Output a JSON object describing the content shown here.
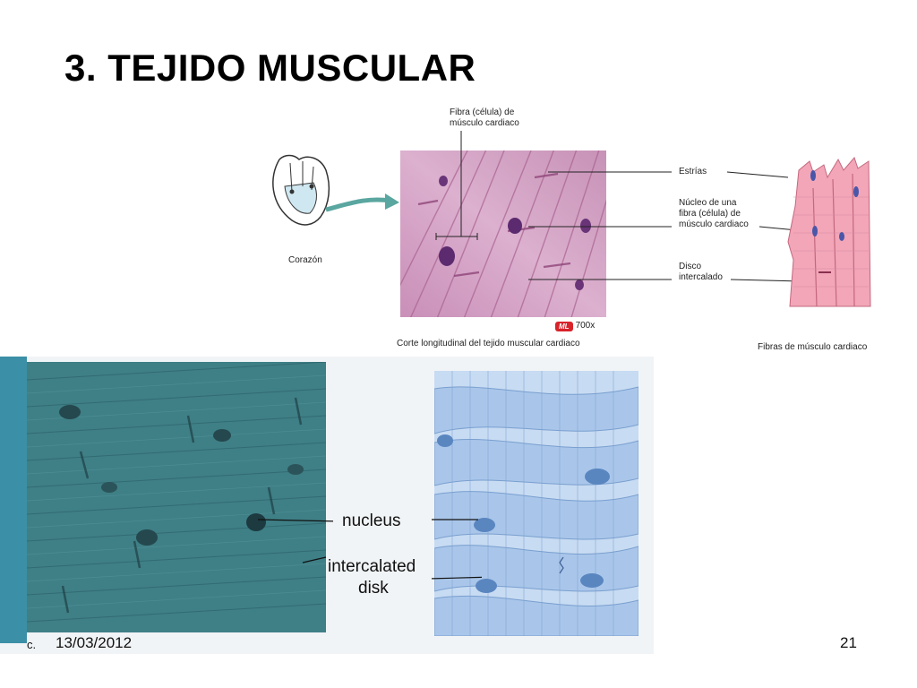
{
  "slide": {
    "title": "3. TEJIDO MUSCULAR",
    "date": "13/03/2012",
    "page_number": "21"
  },
  "top_figure": {
    "label_fiber_line1": "Fibra (célula) de",
    "label_fiber_line2": "músculo cardiaco",
    "label_heart": "Corazón",
    "label_striations": "Estrías",
    "label_nucleus_line1": "Núcleo de una",
    "label_nucleus_line2": "fibra (célula) de",
    "label_nucleus_line3": "músculo cardiaco",
    "label_disc_line1": "Disco",
    "label_disc_line2": "intercalado",
    "badge": "ML",
    "magnification": "700x",
    "caption_section": "Corte longitudinal del tejido muscular cardiaco",
    "caption_fibers": "Fibras de músculo cardiaco"
  },
  "bottom_figure": {
    "label_nucleus": "nucleus",
    "label_disk_line1": "intercalated",
    "label_disk_line2": "disk",
    "panel_letter": "c."
  },
  "colors": {
    "micrograph_pink": "#cf9cbf",
    "micrograph_teal": "#3f7f86",
    "drawing_blue": "#a9c6ea",
    "fiber_pink": "#f2a6b8"
  }
}
